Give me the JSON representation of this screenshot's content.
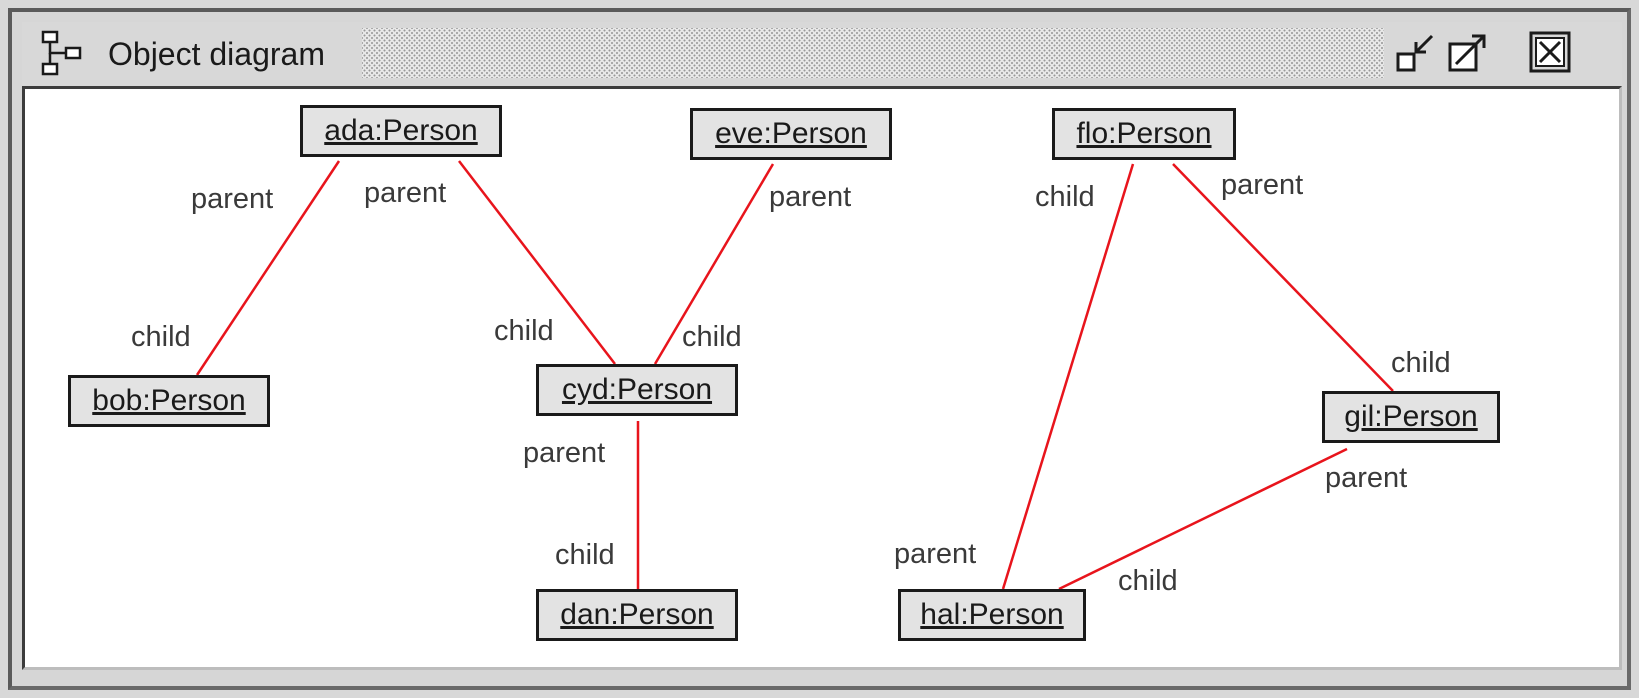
{
  "window": {
    "title": "Object diagram",
    "icons": {
      "title": "object-diagram-icon",
      "minimize": "minimize-icon",
      "maximize": "maximize-icon",
      "close": "close-icon"
    },
    "link_color": "#e8141c",
    "node_fill": "#e3e3e3"
  },
  "diagram": {
    "objects": [
      {
        "id": "ada",
        "label": "ada:Person"
      },
      {
        "id": "bob",
        "label": "bob:Person"
      },
      {
        "id": "cyd",
        "label": "cyd:Person"
      },
      {
        "id": "dan",
        "label": "dan:Person"
      },
      {
        "id": "eve",
        "label": "eve:Person"
      },
      {
        "id": "flo",
        "label": "flo:Person"
      },
      {
        "id": "gil",
        "label": "gil:Person"
      },
      {
        "id": "hal",
        "label": "hal:Person"
      }
    ],
    "links": [
      {
        "from": "ada",
        "from_role": "parent",
        "to": "bob",
        "to_role": "child"
      },
      {
        "from": "ada",
        "from_role": "parent",
        "to": "cyd",
        "to_role": "child"
      },
      {
        "from": "eve",
        "from_role": "parent",
        "to": "cyd",
        "to_role": "child"
      },
      {
        "from": "cyd",
        "from_role": "parent",
        "to": "dan",
        "to_role": "child"
      },
      {
        "from": "flo",
        "from_role": "parent",
        "to": "gil",
        "to_role": "child"
      },
      {
        "from": "flo",
        "from_role": "child",
        "to": "hal",
        "to_role": "parent"
      },
      {
        "from": "gil",
        "from_role": "parent",
        "to": "hal",
        "to_role": "child"
      }
    ]
  }
}
